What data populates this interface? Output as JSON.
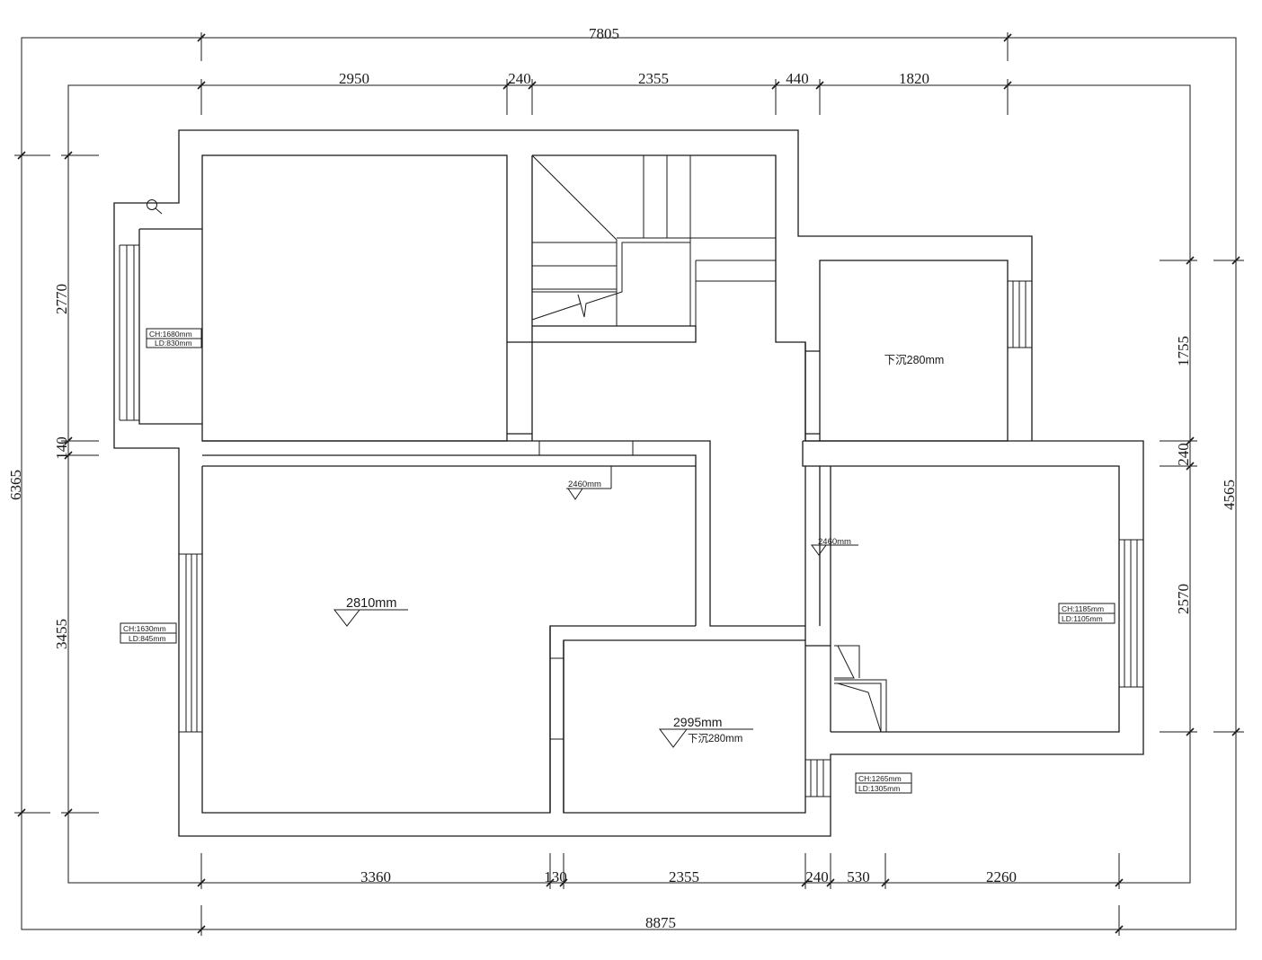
{
  "dimensions": {
    "top_outer": "7805",
    "top_inner": [
      "2950",
      "240",
      "2355",
      "440",
      "1820"
    ],
    "bottom_inner": [
      "3360",
      "130",
      "2355",
      "240",
      "530",
      "2260"
    ],
    "bottom_outer": "8875",
    "left_outer": "6365",
    "left_inner": [
      "2770",
      "140",
      "3455"
    ],
    "right_outer": "4565",
    "right_inner": [
      "1755",
      "240",
      "2570"
    ]
  },
  "labels": {
    "sink_upper_right": "下沉280mm",
    "level_main": "2810mm",
    "level_hall": "2460mm",
    "level_corridor": "2460mm",
    "level_lower": "2995mm",
    "sink_lower": "下沉280mm"
  },
  "windows": {
    "left_upper": {
      "ch": "CH:1680mm",
      "ld": "LD:830mm"
    },
    "left_lower": {
      "ch": "CH:1630mm",
      "ld": "LD:845mm"
    },
    "right": {
      "ch": "CH:1185mm",
      "ld": "LD:1105mm"
    },
    "bottom": {
      "ch": "CH:1265mm",
      "ld": "LD:1305mm"
    }
  },
  "icons": [
    "magnifier-icon"
  ]
}
